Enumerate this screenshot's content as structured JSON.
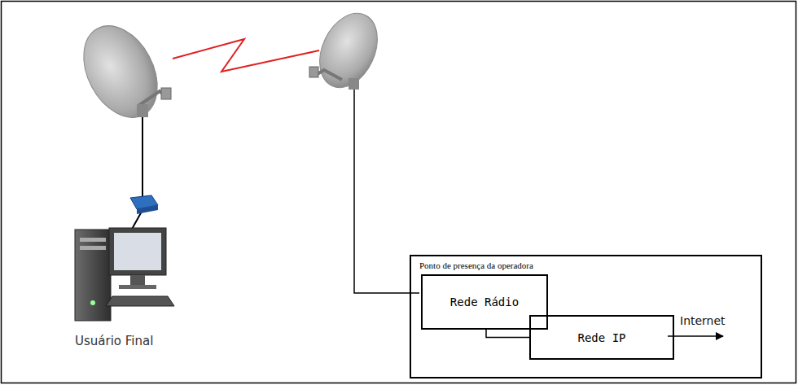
{
  "diagram": {
    "nodes": [
      {
        "text": [
          "Ponto de presença da operadora"
        ]
      },
      {
        "text": [
          "Rede Rádio"
        ],
        "in": 0
      },
      {
        "text": [
          "Rede IP"
        ],
        "in": 0
      }
    ],
    "edges": [
      {
        "from": 1,
        "to": 2,
        "arrow": "none"
      }
    ],
    "labels": [
      "Usuário Final",
      "Internet"
    ]
  }
}
